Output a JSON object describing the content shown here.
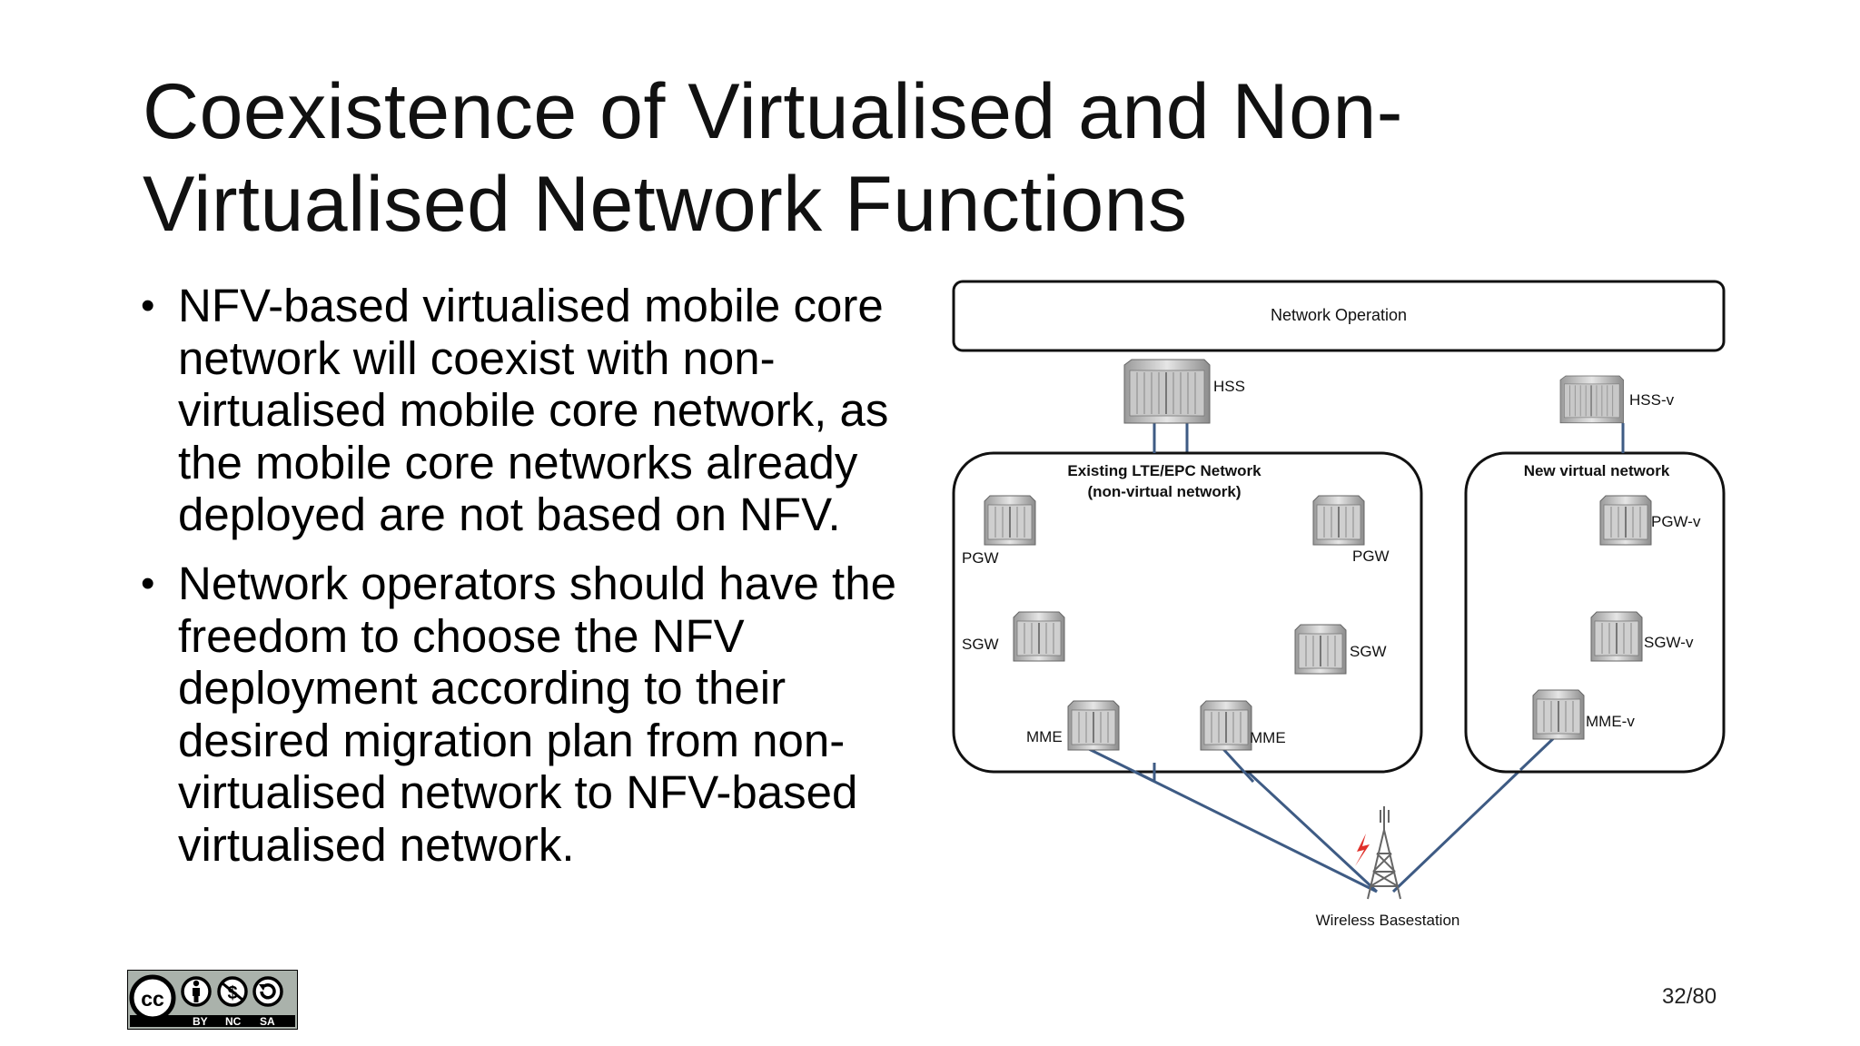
{
  "slide": {
    "title_line1": "Coexistence of Virtualised and Non-",
    "title_line2": "Virtualised Network Functions",
    "bullets": [
      {
        "text": "NFV-based virtualised mobile core network will coexist with non-virtualised mobile core network, as the mobile core networks already deployed are not based on NFV."
      },
      {
        "text": "Network operators should have the freedom to choose the NFV deployment according to their desired migration plan from non-virtualised network to NFV-based virtualised network."
      }
    ],
    "page_number": "32/80"
  },
  "diagram": {
    "top_box": "Network Operation",
    "hss": "HSS",
    "hss_v": "HSS-v",
    "existing_title_line1": "Existing LTE/EPC Network",
    "existing_title_line2": "(non-virtual network)",
    "new_title": "New virtual network",
    "pgw_left": "PGW",
    "pgw_right": "PGW",
    "sgw_left": "SGW",
    "sgw_right": "SGW",
    "mme_left": "MME",
    "mme_right": "MME",
    "pgw_v": "PGW-v",
    "sgw_v": "SGW-v",
    "mme_v": "MME-v",
    "basestation": "Wireless  Basestation",
    "line_color": "#3e5b84"
  },
  "license": {
    "by": "BY",
    "nc": "NC",
    "sa": "SA",
    "cc": "cc"
  }
}
